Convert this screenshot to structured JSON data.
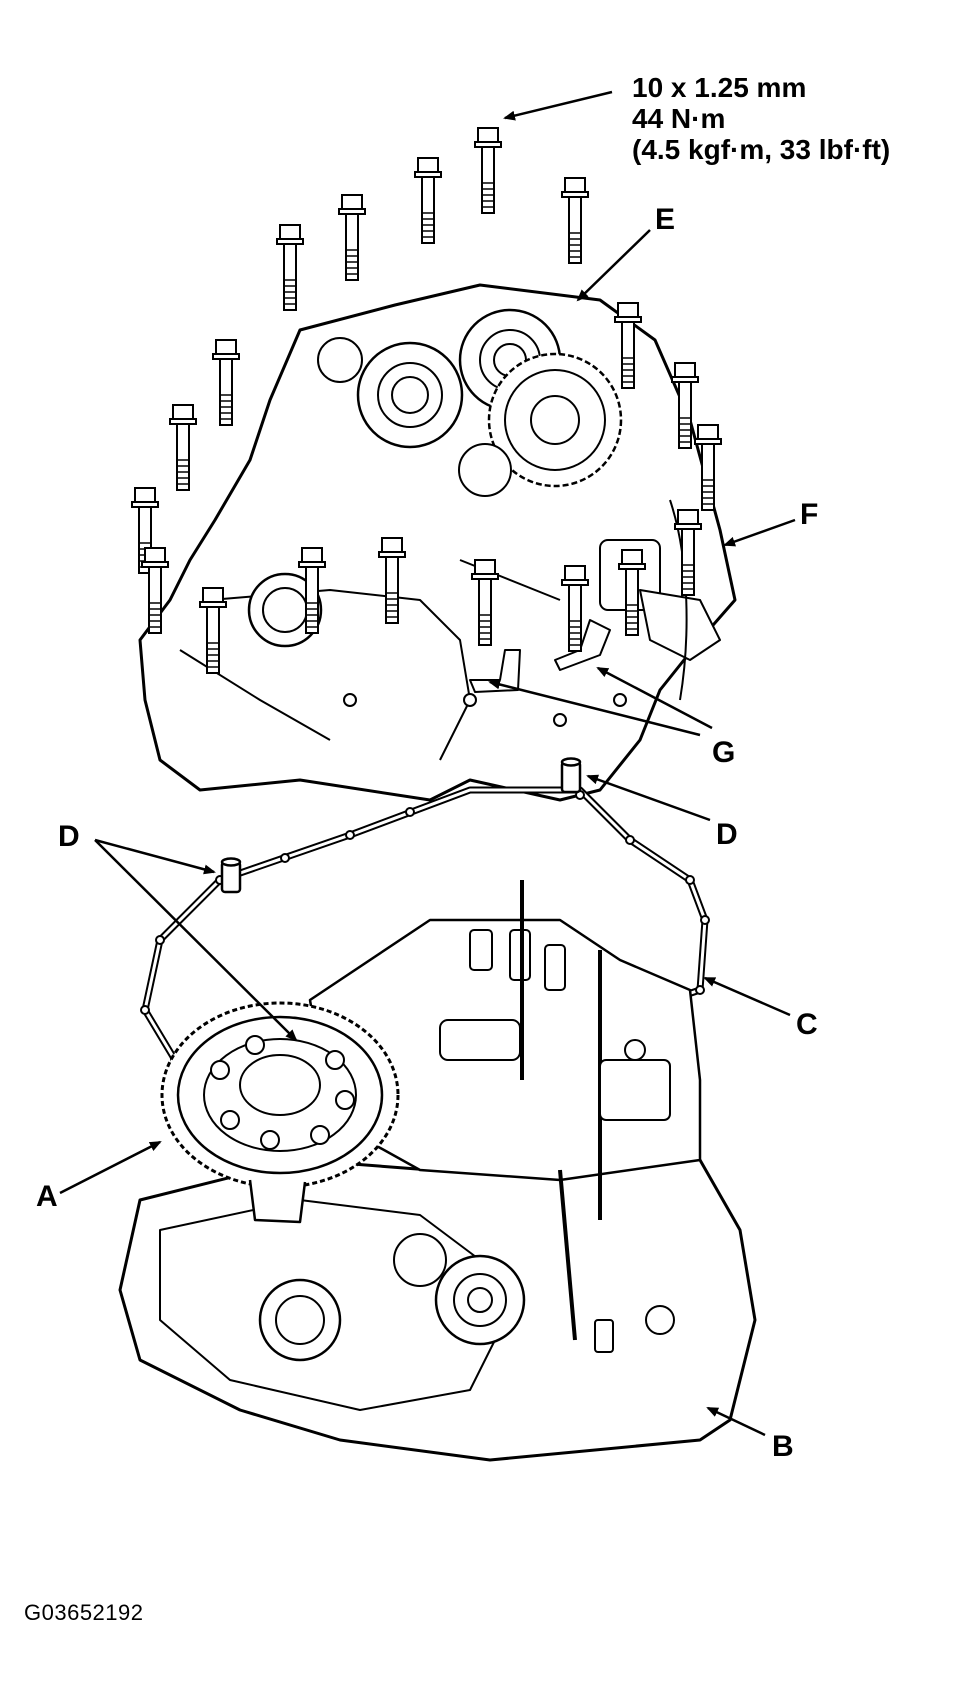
{
  "torque_spec": {
    "bolt_size": "10 x 1.25 mm",
    "torque_nm": "44 N·m",
    "torque_alt": "(4.5 kgf·m, 33 lbf·ft)"
  },
  "callouts": {
    "A": "A",
    "B": "B",
    "C": "C",
    "D_left": "D",
    "D_right": "D",
    "E": "E",
    "F": "F",
    "G": "G"
  },
  "figure_id": "G03652192"
}
